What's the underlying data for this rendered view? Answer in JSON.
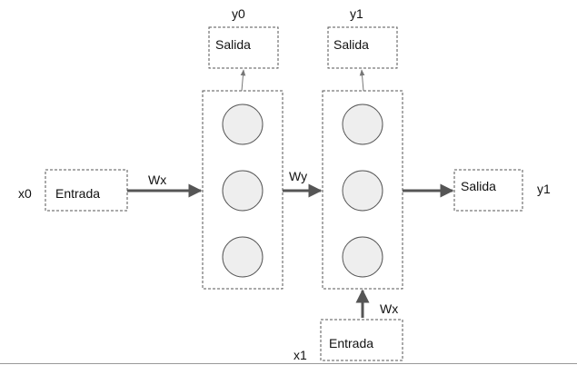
{
  "labels": {
    "x0": "x0",
    "x1": "x1",
    "y0": "y0",
    "y1_top": "y1",
    "y1_right": "y1",
    "wx_left": "Wx",
    "wy": "Wy",
    "wx_bottom": "Wx"
  },
  "boxes": {
    "input_left": "Entrada",
    "input_bottom": "Entrada",
    "output_top_left": "Salida",
    "output_top_right": "Salida",
    "output_right": "Salida"
  },
  "colors": {
    "neuron_fill": "#eeeeee",
    "stroke": "#555555"
  }
}
